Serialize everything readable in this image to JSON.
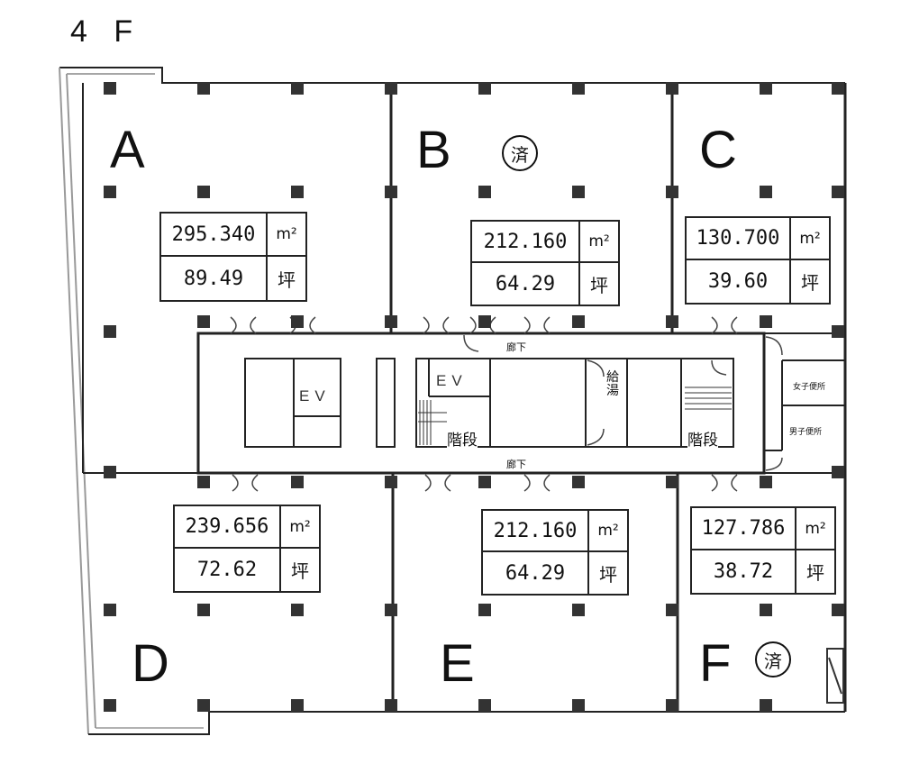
{
  "floor_label": "4 F",
  "units": [
    {
      "name": "A",
      "area_m2": "295.340",
      "area_tsubo": "89.49",
      "reserved": false
    },
    {
      "name": "B",
      "area_m2": "212.160",
      "area_tsubo": "64.29",
      "reserved": true
    },
    {
      "name": "C",
      "area_m2": "130.700",
      "area_tsubo": "39.60",
      "reserved": false
    },
    {
      "name": "D",
      "area_m2": "239.656",
      "area_tsubo": "72.62",
      "reserved": false
    },
    {
      "name": "E",
      "area_m2": "212.160",
      "area_tsubo": "64.29",
      "reserved": false
    },
    {
      "name": "F",
      "area_m2": "127.786",
      "area_tsubo": "38.72",
      "reserved": true
    }
  ],
  "unit_m2": "m²",
  "unit_tsubo": "坪",
  "reserved_mark": "済",
  "core": {
    "corridor_top": "廊下",
    "corridor_bottom": "廊下",
    "ev_1": "EV",
    "ev_2": "EV",
    "stairs_1": "階段",
    "stairs_2": "階段",
    "kyuto": "給湯",
    "wc_female": "女子便所",
    "wc_male": "男子便所"
  }
}
